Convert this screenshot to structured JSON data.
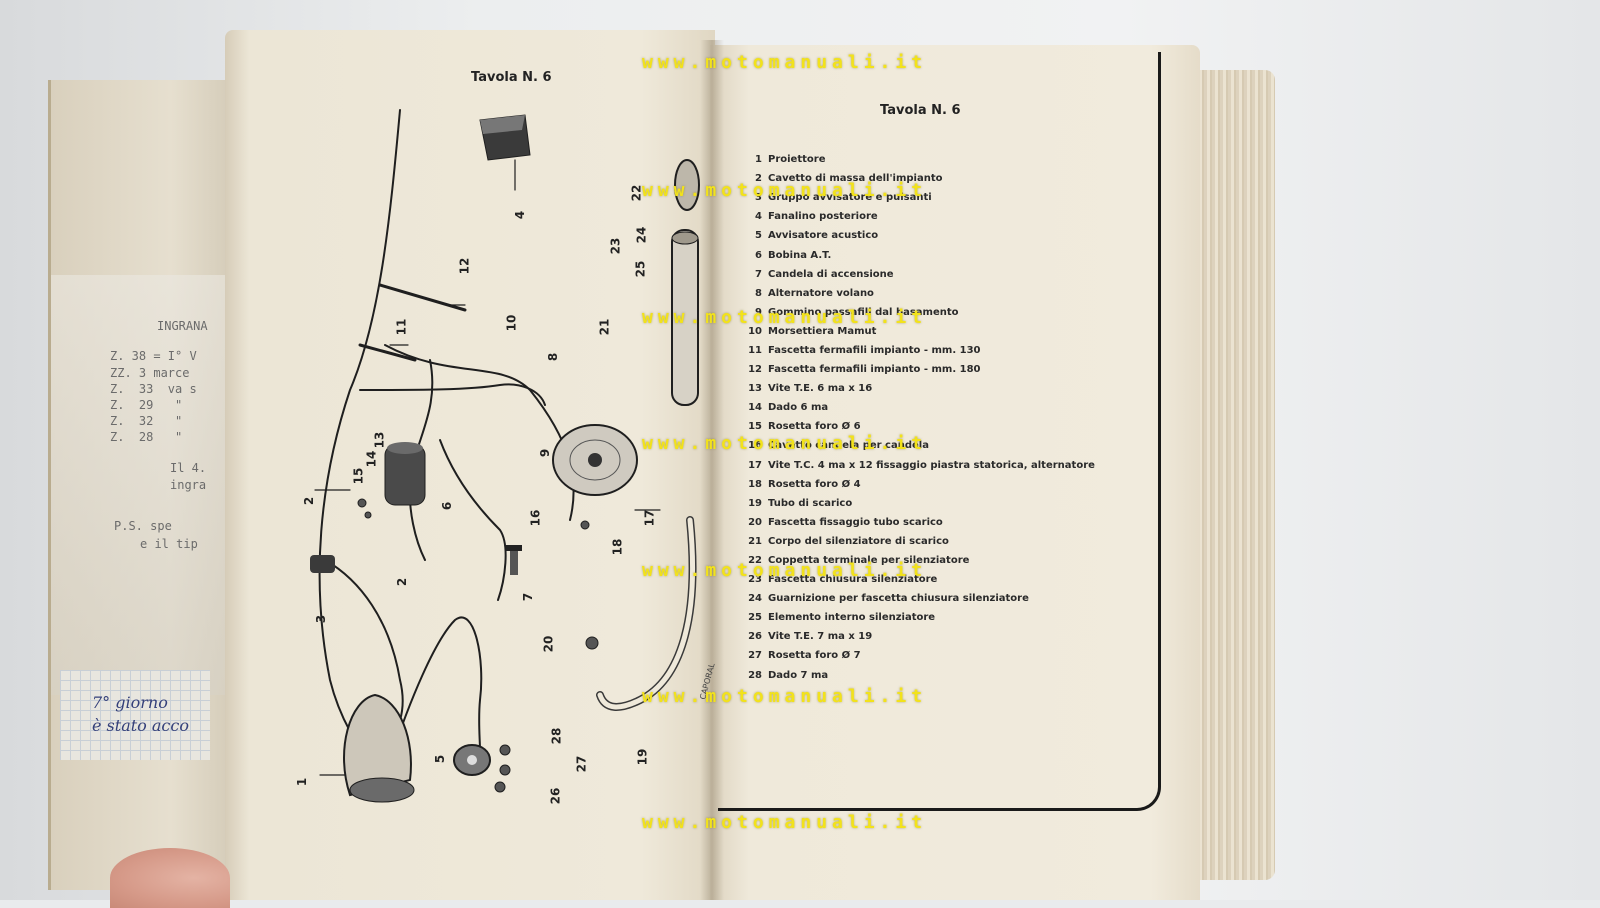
{
  "left_page": {
    "title": "Tavola N. 6",
    "callouts": [
      "1",
      "2",
      "2",
      "3",
      "4",
      "5",
      "6",
      "7",
      "8",
      "9",
      "10",
      "11",
      "12",
      "13",
      "14",
      "15",
      "16",
      "17",
      "18",
      "19",
      "20",
      "21",
      "22",
      "23",
      "24",
      "25",
      "26",
      "27",
      "28"
    ],
    "maker_mark": "CAPORAL"
  },
  "right_page": {
    "title": "Tavola N. 6",
    "parts": [
      {
        "num": "1",
        "name": "Proiettore"
      },
      {
        "num": "2",
        "name": "Cavetto di massa dell'impianto"
      },
      {
        "num": "3",
        "name": "Gruppo avvisatore e pulsanti"
      },
      {
        "num": "4",
        "name": "Fanalino posteriore"
      },
      {
        "num": "5",
        "name": "Avvisatore acustico"
      },
      {
        "num": "6",
        "name": "Bobina A.T."
      },
      {
        "num": "7",
        "name": "Candela di accensione"
      },
      {
        "num": "8",
        "name": "Alternatore volano"
      },
      {
        "num": "9",
        "name": "Gommino passafili dal basamento"
      },
      {
        "num": "10",
        "name": "Morsettiera Mamut"
      },
      {
        "num": "11",
        "name": "Fascetta fermafili impianto - mm. 130"
      },
      {
        "num": "12",
        "name": "Fascetta fermafili impianto - mm. 180"
      },
      {
        "num": "13",
        "name": "Vite T.E. 6 ma x 16"
      },
      {
        "num": "14",
        "name": "Dado 6 ma"
      },
      {
        "num": "15",
        "name": "Rosetta foro Ø 6"
      },
      {
        "num": "16",
        "name": "Cavetto candela per candela"
      },
      {
        "num": "17",
        "name": "Vite T.C. 4 ma x 12 fissaggio piastra statorica, alternatore"
      },
      {
        "num": "18",
        "name": "Rosetta foro Ø 4"
      },
      {
        "num": "19",
        "name": "Tubo di scarico"
      },
      {
        "num": "20",
        "name": "Fascetta fissaggio tubo scarico"
      },
      {
        "num": "21",
        "name": "Corpo del silenziatore di scarico"
      },
      {
        "num": "22",
        "name": "Coppetta terminale per silenziatore"
      },
      {
        "num": "23",
        "name": "Fascetta chiusura silenziatore"
      },
      {
        "num": "24",
        "name": "Guarnizione per fascetta chiusura silenziatore"
      },
      {
        "num": "25",
        "name": "Elemento interno silenziatore"
      },
      {
        "num": "26",
        "name": "Vite T.E. 7 ma x 19"
      },
      {
        "num": "27",
        "name": "Rosetta foro Ø 7"
      },
      {
        "num": "28",
        "name": "Dado 7 ma"
      }
    ]
  },
  "left_sheet": {
    "typed_lines": [
      "INGRANA",
      "Z. 38 = I° V",
      "ZZ. 3 marce",
      "Z.  33  va s",
      "Z.  29   \"",
      "Z.  32   \"",
      "Z.  28   \"",
      "Il 4.",
      "ingra",
      "P.S. spe",
      "e il tip"
    ],
    "handwriting": [
      "7° giorno",
      "è stato acco"
    ]
  },
  "watermark": "www.motomanuali.it",
  "colors": {
    "watermark": "#f2e21b",
    "paper": "#efe9da",
    "ink": "#222222",
    "desk": "#e9ebed"
  }
}
